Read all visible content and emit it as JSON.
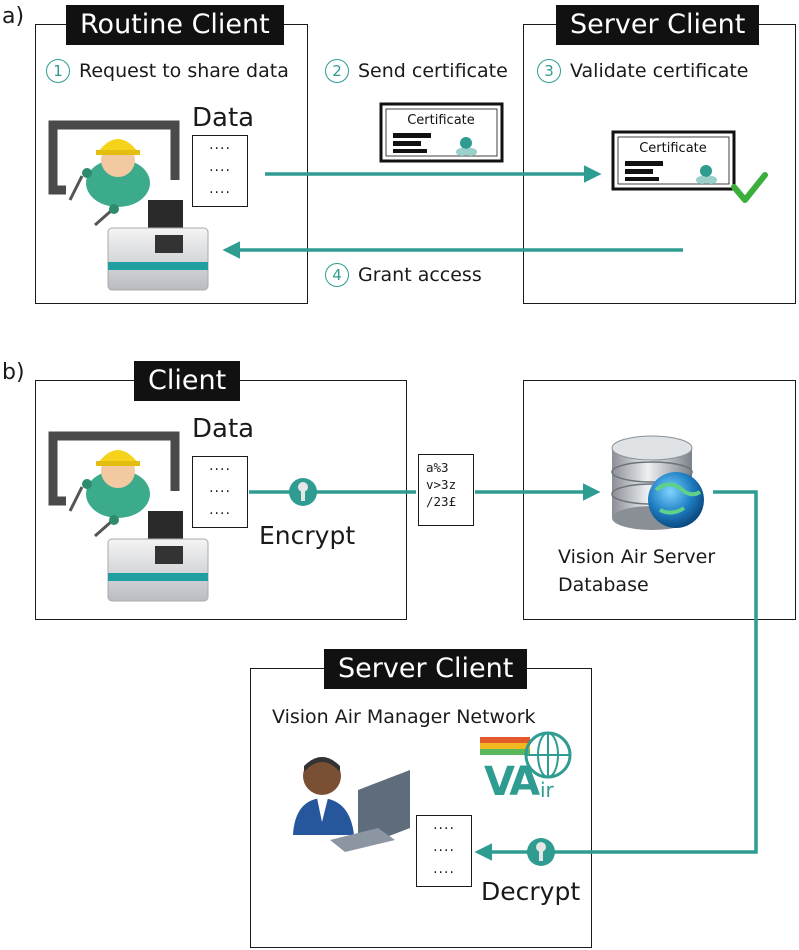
{
  "panel_a": {
    "label": "a)",
    "routine_client": "Routine Client",
    "server_client": "Server Client",
    "steps": [
      {
        "num": "1",
        "text": "Request to share data"
      },
      {
        "num": "2",
        "text": "Send certificate"
      },
      {
        "num": "3",
        "text": "Validate certificate"
      },
      {
        "num": "4",
        "text": "Grant access"
      }
    ],
    "data_label": "Data",
    "data_lines": [
      "····",
      "····",
      "····"
    ],
    "certificate_label": "Certificate"
  },
  "panel_b": {
    "label": "b)",
    "client": "Client",
    "data_label": "Data",
    "data_lines": [
      "····",
      "····",
      "····"
    ],
    "encrypt_label": "Encrypt",
    "cipher_lines": [
      "a%3",
      "v>3z",
      "/23£"
    ],
    "database_label_1": "Vision Air Server",
    "database_label_2": "Database",
    "server_client": "Server Client",
    "network_label": "Vision Air Manager Network",
    "logo_text": "VAir",
    "decrypt_label": "Decrypt"
  },
  "colors": {
    "arrow": "#2e9c91",
    "check": "#3cae3c",
    "tab_bg": "#111111"
  }
}
